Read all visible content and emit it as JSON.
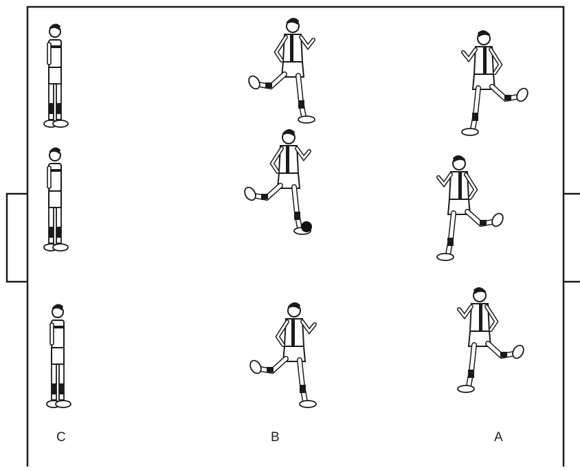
{
  "colors": {
    "ink": "#1a1a1a",
    "skin": "#ffffff",
    "ball": "#111111"
  },
  "columns": [
    {
      "label": "C",
      "pose": "standing"
    },
    {
      "label": "B",
      "pose": "running"
    },
    {
      "label": "A",
      "pose": "running"
    }
  ],
  "ball_row": 2,
  "ball_column": "B"
}
